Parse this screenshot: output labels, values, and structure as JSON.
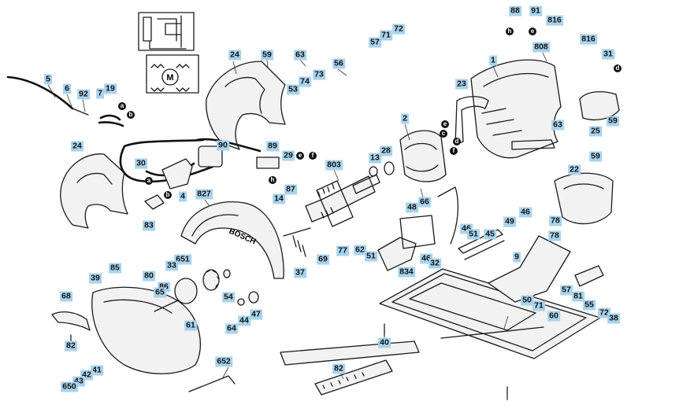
{
  "labels": [
    {
      "id": "p88",
      "text": "88"
    },
    {
      "id": "p91",
      "text": "91"
    },
    {
      "id": "p816a",
      "text": "816"
    },
    {
      "id": "p72a",
      "text": "72"
    },
    {
      "id": "p71a",
      "text": "71"
    },
    {
      "id": "p57a",
      "text": "57"
    },
    {
      "id": "p24a",
      "text": "24"
    },
    {
      "id": "p59a",
      "text": "59"
    },
    {
      "id": "p63a",
      "text": "63"
    },
    {
      "id": "p56",
      "text": "56"
    },
    {
      "id": "p808",
      "text": "808"
    },
    {
      "id": "p1",
      "text": "1"
    },
    {
      "id": "p816b",
      "text": "816"
    },
    {
      "id": "p31",
      "text": "31"
    },
    {
      "id": "p5",
      "text": "5"
    },
    {
      "id": "p6",
      "text": "6"
    },
    {
      "id": "p92",
      "text": "92"
    },
    {
      "id": "p7",
      "text": "7"
    },
    {
      "id": "p19",
      "text": "19"
    },
    {
      "id": "p74",
      "text": "74"
    },
    {
      "id": "p73",
      "text": "73"
    },
    {
      "id": "p53",
      "text": "53"
    },
    {
      "id": "p23",
      "text": "23"
    },
    {
      "id": "p59b",
      "text": "59"
    },
    {
      "id": "p25",
      "text": "25"
    },
    {
      "id": "p63b",
      "text": "63"
    },
    {
      "id": "p2",
      "text": "2"
    },
    {
      "id": "p90",
      "text": "90"
    },
    {
      "id": "p89",
      "text": "89"
    },
    {
      "id": "p29",
      "text": "29"
    },
    {
      "id": "p28",
      "text": "28"
    },
    {
      "id": "p13",
      "text": "13"
    },
    {
      "id": "p24b",
      "text": "24"
    },
    {
      "id": "p30",
      "text": "30"
    },
    {
      "id": "p803",
      "text": "803"
    },
    {
      "id": "p87",
      "text": "87"
    },
    {
      "id": "p4",
      "text": "4"
    },
    {
      "id": "p22",
      "text": "22"
    },
    {
      "id": "p59c",
      "text": "59"
    },
    {
      "id": "p66",
      "text": "66"
    },
    {
      "id": "p827",
      "text": "827"
    },
    {
      "id": "p14",
      "text": "14"
    },
    {
      "id": "p48",
      "text": "48"
    },
    {
      "id": "p83",
      "text": "83"
    },
    {
      "id": "p78a",
      "text": "78"
    },
    {
      "id": "p46a",
      "text": "46"
    },
    {
      "id": "p46b",
      "text": "46"
    },
    {
      "id": "p51a",
      "text": "51"
    },
    {
      "id": "p45",
      "text": "45"
    },
    {
      "id": "p49",
      "text": "49"
    },
    {
      "id": "p78b",
      "text": "78"
    },
    {
      "id": "p77",
      "text": "77"
    },
    {
      "id": "p62",
      "text": "62"
    },
    {
      "id": "p51b",
      "text": "51"
    },
    {
      "id": "p46c",
      "text": "46"
    },
    {
      "id": "p32",
      "text": "32"
    },
    {
      "id": "p69",
      "text": "69"
    },
    {
      "id": "p9",
      "text": "9"
    },
    {
      "id": "p651",
      "text": "651"
    },
    {
      "id": "p80",
      "text": "80"
    },
    {
      "id": "p834",
      "text": "834"
    },
    {
      "id": "p33",
      "text": "33"
    },
    {
      "id": "p37",
      "text": "37"
    },
    {
      "id": "p39",
      "text": "39"
    },
    {
      "id": "p85",
      "text": "85"
    },
    {
      "id": "p86",
      "text": "86"
    },
    {
      "id": "p65",
      "text": "65"
    },
    {
      "id": "p54",
      "text": "54"
    },
    {
      "id": "p57b",
      "text": "57"
    },
    {
      "id": "p81",
      "text": "81"
    },
    {
      "id": "p50",
      "text": "50"
    },
    {
      "id": "p71b",
      "text": "71"
    },
    {
      "id": "p55",
      "text": "55"
    },
    {
      "id": "p72b",
      "text": "72"
    },
    {
      "id": "p38",
      "text": "38"
    },
    {
      "id": "p68",
      "text": "68"
    },
    {
      "id": "p44",
      "text": "44"
    },
    {
      "id": "p47",
      "text": "47"
    },
    {
      "id": "p60",
      "text": "60"
    },
    {
      "id": "p61",
      "text": "61"
    },
    {
      "id": "p64",
      "text": "64"
    },
    {
      "id": "p82a",
      "text": "82"
    },
    {
      "id": "p40",
      "text": "40"
    },
    {
      "id": "p41",
      "text": "41"
    },
    {
      "id": "p42",
      "text": "42"
    },
    {
      "id": "p43",
      "text": "43"
    },
    {
      "id": "p650",
      "text": "650"
    },
    {
      "id": "p652",
      "text": "652"
    },
    {
      "id": "p82b",
      "text": "82"
    }
  ],
  "connectors": [
    {
      "id": "ca1",
      "text": "a"
    },
    {
      "id": "cb1",
      "text": "b"
    },
    {
      "id": "ce1",
      "text": "e"
    },
    {
      "id": "cc1",
      "text": "c"
    },
    {
      "id": "cd1",
      "text": "d"
    },
    {
      "id": "cf1",
      "text": "f"
    },
    {
      "id": "ce2",
      "text": "e"
    },
    {
      "id": "cf2",
      "text": "f"
    },
    {
      "id": "ch1",
      "text": "h"
    },
    {
      "id": "ca2",
      "text": "a"
    },
    {
      "id": "cb2",
      "text": "b"
    },
    {
      "id": "ch2",
      "text": "h"
    },
    {
      "id": "ce3",
      "text": "e"
    },
    {
      "id": "cd2",
      "text": "d"
    }
  ],
  "brand_text": "BOSCH",
  "motor_symbol": "M",
  "colors": {
    "label_bg": "#a9d3ec",
    "line": "#1a1a1a"
  }
}
